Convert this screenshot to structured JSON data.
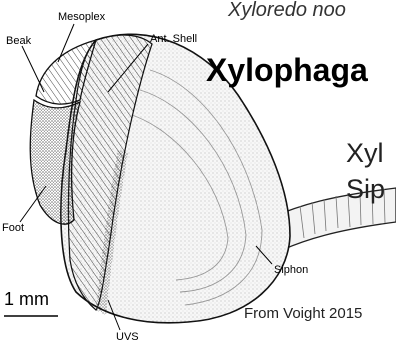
{
  "text": {
    "top_italic": "Xyloredo noo",
    "heading": "Xylophaga",
    "body_line1": "Xyl",
    "body_line2": "Sip",
    "credit": "From Voight 2015"
  },
  "figure": {
    "labels": {
      "beak": "Beak",
      "mesoplex": "Mesoplex",
      "ant_shell": "Ant. Shell",
      "foot": "Foot",
      "siphon": "Siphon",
      "uvs": "UVS"
    },
    "scale_bar_label": "1 mm"
  }
}
